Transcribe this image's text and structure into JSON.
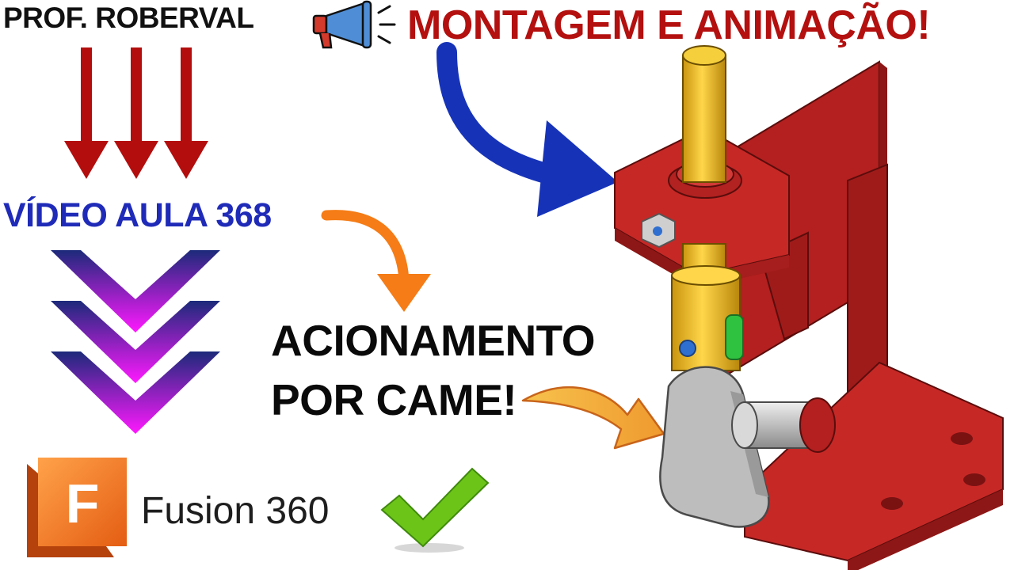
{
  "thumbnail": {
    "author": "PROF. ROBERVAL",
    "headline": "MONTAGEM E ANIMAÇÃO!",
    "lesson": "VÍDEO AULA 368",
    "action_line1": "ACIONAMENTO",
    "action_line2": "POR CAME!",
    "logo_letter": "F",
    "logo_text": "Fusion 360"
  },
  "colors": {
    "headline": "#b3100f",
    "lesson": "#1f2bb8",
    "down_arrows": "#b30d0d",
    "chevrons_top": "#1c2a7a",
    "chevrons_bottom": "#ff19ff",
    "orange_arrow": "#f57c16",
    "blue_arrow": "#1633b8",
    "cam_arrow": "#f3a93a",
    "check": "#6cc419",
    "bracket": "#c62826",
    "shaft": "#e3b420",
    "logo_orange": "#f0751c"
  }
}
